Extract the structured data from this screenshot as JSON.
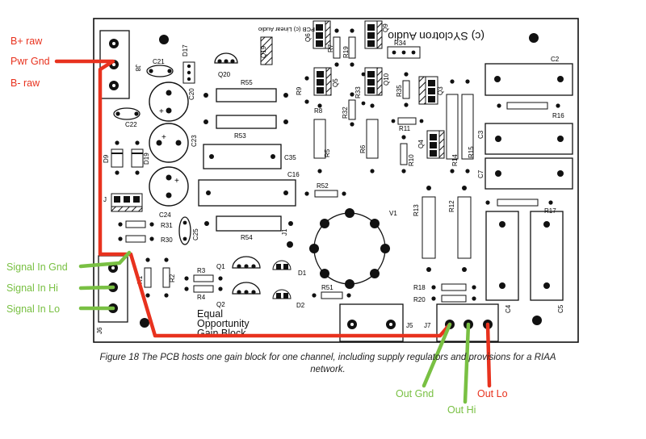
{
  "diagram": {
    "colors": {
      "red": "#e8321e",
      "green": "#79c043",
      "board": "#ffffff",
      "ink": "#111111"
    },
    "board": {
      "copyright": "(c) SYclotron Audio",
      "pcb_credit": "PCB (c) Linear Audio",
      "title_lines": [
        "Equal",
        "Opportunity",
        "Gain Block"
      ]
    },
    "supply_labels": {
      "b_plus": "B+ raw",
      "pwr_gnd": "Pwr Gnd",
      "b_minus": "B- raw"
    },
    "signal_in_labels": {
      "gnd": "Signal In Gnd",
      "hi": "Signal In Hi",
      "lo": "Signal In Lo"
    },
    "output_labels": {
      "gnd": "Out Gnd",
      "hi": "Out Hi",
      "lo": "Out Lo"
    },
    "components": {
      "J8": "J8",
      "C21": "C21",
      "D17": "D17",
      "Q20": "Q20",
      "Q19": "Q19",
      "C22": "C22",
      "C20": "C20",
      "R55": "R55",
      "R53": "R53",
      "C23": "C23",
      "C35": "C35",
      "C16": "C16",
      "D9": "D9",
      "D19": "D19",
      "J": "J",
      "C24": "C24",
      "R31": "R31",
      "R30": "R30",
      "C25": "C25",
      "R54": "R54",
      "J1": "J1",
      "R52": "R52",
      "V1": "V1",
      "Q6": "Q6",
      "Q9": "Q9",
      "R7": "R7",
      "R19": "R19",
      "R34": "R34",
      "R9": "R9",
      "Q5": "Q5",
      "R33": "R33",
      "Q10": "Q10",
      "R35": "R35",
      "Q3": "Q3",
      "R8": "R8",
      "R32": "R32",
      "R11": "R11",
      "R5": "R5",
      "R6": "R6",
      "R10": "R10",
      "Q4": "Q4",
      "C2": "C2",
      "R16": "R16",
      "C3": "C3",
      "R14": "R14",
      "R15": "R15",
      "C7": "C7",
      "R13": "R13",
      "R12": "R12",
      "R17": "R17",
      "J6": "J6",
      "R1": "R1",
      "R2": "R2",
      "R3": "R3",
      "R4": "R4",
      "Q1": "Q1",
      "Q2": "Q2",
      "D1": "D1",
      "D2": "D2",
      "R51": "R51",
      "R18": "R18",
      "R20": "R20",
      "C4": "C4",
      "C5": "C5",
      "J5": "J5",
      "J7": "J7"
    },
    "caption": "Figure 18 The PCB hosts one gain block for one channel, including supply regulators and provisions for a RIAA network."
  }
}
